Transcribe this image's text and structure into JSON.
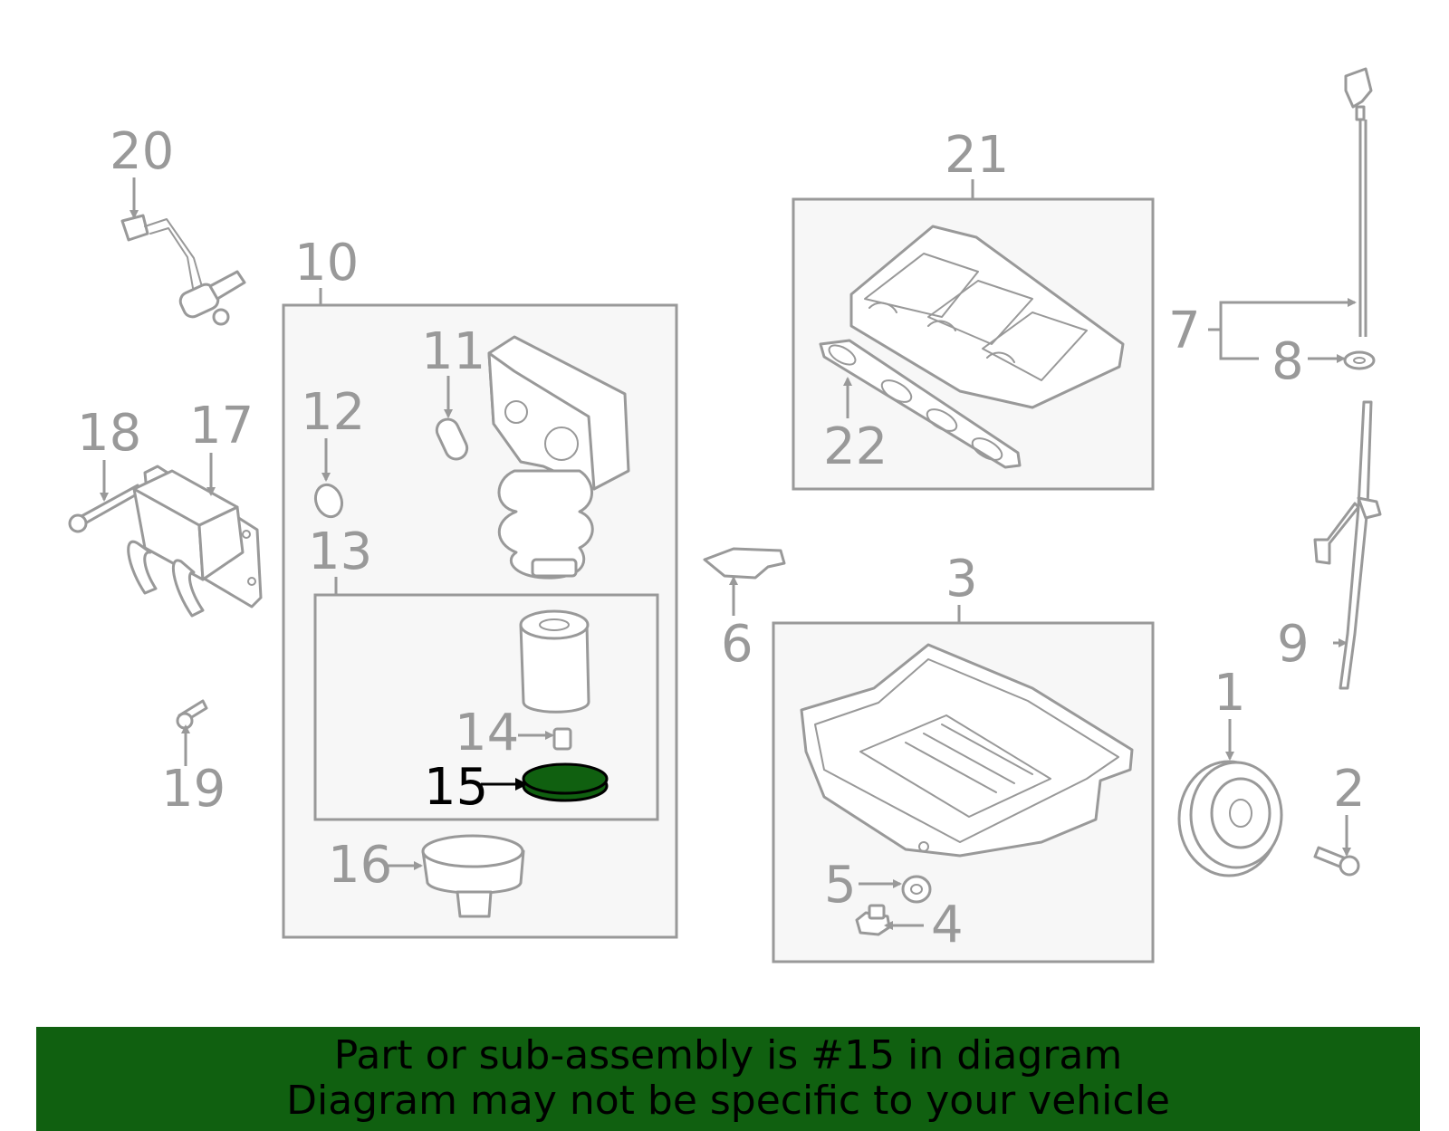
{
  "diagram": {
    "highlighted_part": "15",
    "colors": {
      "parts": "#999999",
      "highlight_fill": "#106010",
      "banner_bg": "#106010",
      "box_fill": "#f7f7f7"
    },
    "callouts": {
      "p1": "1",
      "p2": "2",
      "p3": "3",
      "p4": "4",
      "p5": "5",
      "p6": "6",
      "p7": "7",
      "p8": "8",
      "p9": "9",
      "p10": "10",
      "p11": "11",
      "p12": "12",
      "p13": "13",
      "p14": "14",
      "p15": "15",
      "p16": "16",
      "p17": "17",
      "p18": "18",
      "p19": "19",
      "p20": "20",
      "p21": "21",
      "p22": "22"
    }
  },
  "banner": {
    "line1": "Part or sub-assembly is #15 in diagram",
    "line2": "Diagram may not be specific to your vehicle"
  }
}
